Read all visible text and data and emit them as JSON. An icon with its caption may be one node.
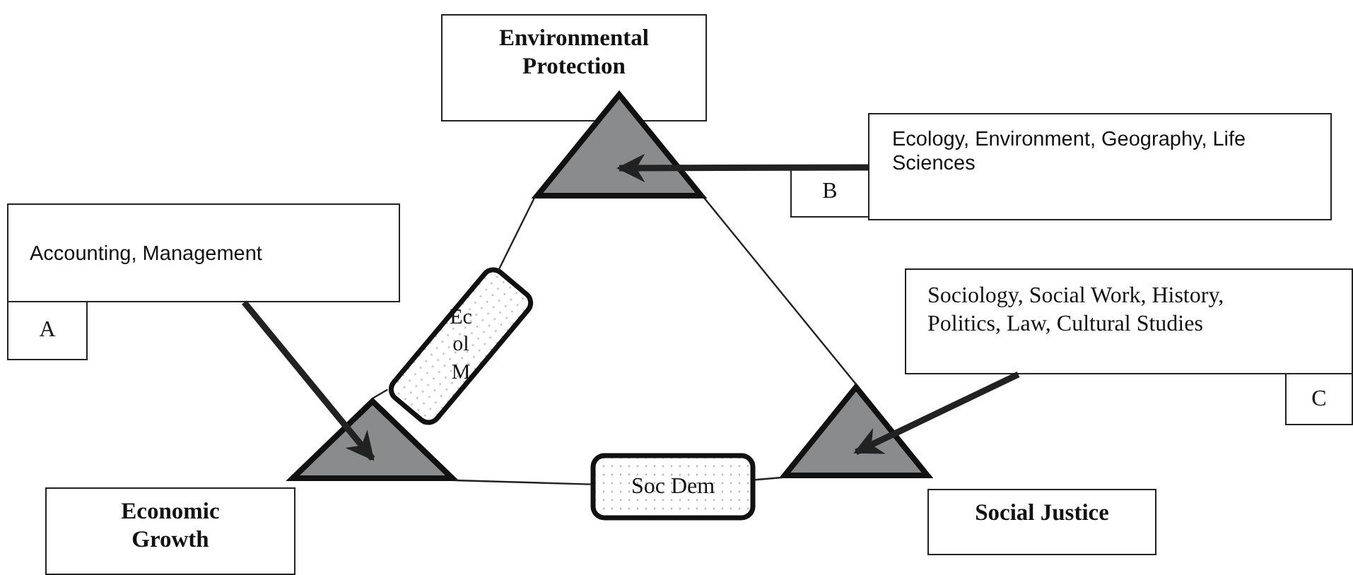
{
  "diagram": {
    "nodes": [
      {
        "text": [
          "Environmental Protection"
        ]
      },
      {
        "text": [
          "Ecology, Environment, Geography, Life Sciences"
        ]
      },
      {
        "text": [
          "B"
        ]
      },
      {
        "text": [
          "Accounting, Management"
        ]
      },
      {
        "text": [
          "A"
        ]
      },
      {
        "text": [
          "Sociology, Social Work, History, Politics, Law, Cultural Studies"
        ]
      },
      {
        "text": [
          "C"
        ]
      },
      {
        "text": [
          "Economic Growth"
        ]
      },
      {
        "text": [
          "Social Justice"
        ]
      },
      {
        "text": [
          "Ecol M"
        ]
      },
      {
        "text": [
          "Soc Dem"
        ]
      },
      {
        "text": [],
        "shape": "triangle"
      },
      {
        "text": [],
        "shape": "triangle"
      },
      {
        "text": [],
        "shape": "triangle"
      }
    ],
    "edges": [
      {
        "from": 11,
        "to": 9,
        "arrow": "none"
      },
      {
        "from": 9,
        "to": 12,
        "arrow": "none"
      },
      {
        "from": 11,
        "to": 13,
        "arrow": "none"
      },
      {
        "from": 12,
        "to": 10,
        "arrow": "none"
      },
      {
        "from": 10,
        "to": 13,
        "arrow": "none"
      },
      {
        "from": 1,
        "to": 11,
        "arrow": "to",
        "style": "thick"
      },
      {
        "from": 3,
        "to": 12,
        "arrow": "to",
        "style": "thick"
      },
      {
        "from": 5,
        "to": 13,
        "arrow": "to",
        "style": "thick"
      }
    ]
  }
}
